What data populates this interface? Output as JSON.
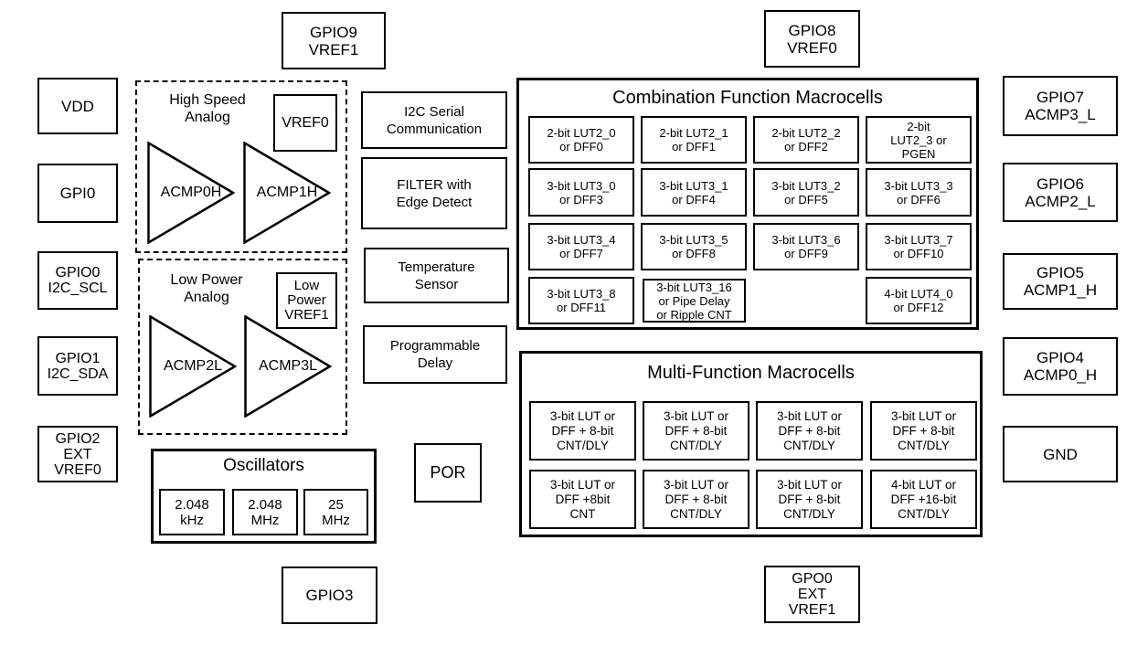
{
  "pins": {
    "top": [
      {
        "label": "GPIO9\nVREF1"
      },
      {
        "label": "GPIO8\nVREF0"
      }
    ],
    "left": [
      {
        "label": "VDD"
      },
      {
        "label": "GPI0"
      },
      {
        "label": "GPIO0\nI2C_SCL"
      },
      {
        "label": "GPIO1\nI2C_SDA"
      },
      {
        "label": "GPIO2\nEXT\nVREF0"
      }
    ],
    "right": [
      {
        "label": "GPIO7\nACMP3_L"
      },
      {
        "label": "GPIO6\nACMP2_L"
      },
      {
        "label": "GPIO5\nACMP1_H"
      },
      {
        "label": "GPIO4\nACMP0_H"
      },
      {
        "label": "GND"
      }
    ],
    "bottom": [
      {
        "label": "GPIO3"
      },
      {
        "label": "GPO0\nEXT\nVREF1"
      }
    ]
  },
  "analog": {
    "high_speed": {
      "title": "High Speed\nAnalog",
      "vref": "VREF0",
      "comparators": [
        "ACMP0H",
        "ACMP1H"
      ]
    },
    "low_power": {
      "title": "Low Power\nAnalog",
      "vref": "Low\nPower\nVREF1",
      "comparators": [
        "ACMP2L",
        "ACMP3L"
      ]
    }
  },
  "peripherals": {
    "i2c": "I2C Serial\nCommunication",
    "filter": "FILTER with\nEdge Detect",
    "temp_sensor": "Temperature\nSensor",
    "prog_delay": "Programmable\nDelay",
    "por": "POR"
  },
  "oscillators": {
    "title": "Oscillators",
    "items": [
      "2.048\nkHz",
      "2.048\nMHz",
      "25\nMHz"
    ]
  },
  "combination": {
    "title": "Combination Function Macrocells",
    "cells": [
      "2-bit LUT2_0\nor DFF0",
      "2-bit LUT2_1\nor DFF1",
      "2-bit LUT2_2\nor DFF2",
      "2-bit\nLUT2_3 or\nPGEN",
      "3-bit LUT3_0\nor DFF3",
      "3-bit LUT3_1\nor DFF4",
      "3-bit LUT3_2\nor DFF5",
      "3-bit LUT3_3\nor DFF6",
      "3-bit LUT3_4\nor DFF7",
      "3-bit LUT3_5\nor DFF8",
      "3-bit LUT3_6\nor DFF9",
      "3-bit LUT3_7\nor DFF10",
      "3-bit LUT3_8\nor DFF11",
      "3-bit LUT3_16\nor Pipe Delay\nor Ripple CNT",
      "4-bit LUT4_0\nor DFF12"
    ]
  },
  "multifunction": {
    "title": "Multi-Function Macrocells",
    "cells": [
      "3-bit LUT or\nDFF + 8-bit\nCNT/DLY",
      "3-bit LUT or\nDFF + 8-bit\nCNT/DLY",
      "3-bit LUT or\nDFF + 8-bit\nCNT/DLY",
      "3-bit LUT or\nDFF + 8-bit\nCNT/DLY",
      "3-bit LUT or\nDFF +8bit\nCNT",
      "3-bit LUT or\nDFF + 8-bit\nCNT/DLY",
      "3-bit LUT or\nDFF + 8-bit\nCNT/DLY",
      "4-bit LUT or\nDFF +16-bit\nCNT/DLY"
    ]
  },
  "colors": {
    "line": "#000000",
    "background": "#ffffff"
  }
}
